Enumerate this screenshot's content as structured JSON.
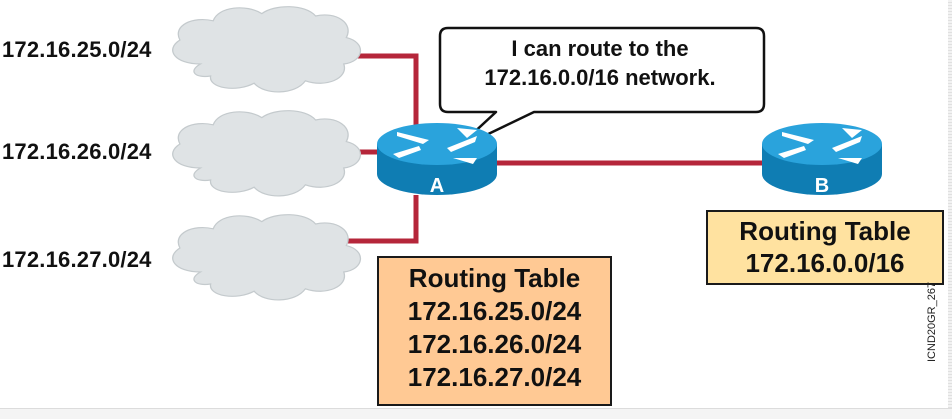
{
  "diagram": {
    "networks": [
      {
        "label": "172.16.25.0/24"
      },
      {
        "label": "172.16.26.0/24"
      },
      {
        "label": "172.16.27.0/24"
      }
    ],
    "routers": [
      {
        "id": "A",
        "label": "A"
      },
      {
        "id": "B",
        "label": "B"
      }
    ],
    "speech_bubble": {
      "line1": "I can route to the",
      "line2": "172.16.0.0/16 network."
    },
    "routing_table_a": {
      "title": "Routing Table",
      "entries": [
        "172.16.25.0/24",
        "172.16.26.0/24",
        "172.16.27.0/24"
      ]
    },
    "routing_table_b": {
      "title": "Routing Table",
      "entries": [
        "172.16.0.0/16"
      ]
    },
    "figure_code": "ICND20GR_267",
    "colors": {
      "link": "#b5263a",
      "cloud_fill": "#dfe3e5",
      "cloud_stroke": "#c4cacd",
      "router_top": "#2aa3dc",
      "router_side": "#0f7db3",
      "table_a_fill": "#ffc994",
      "table_b_fill": "#ffe2a0"
    }
  }
}
